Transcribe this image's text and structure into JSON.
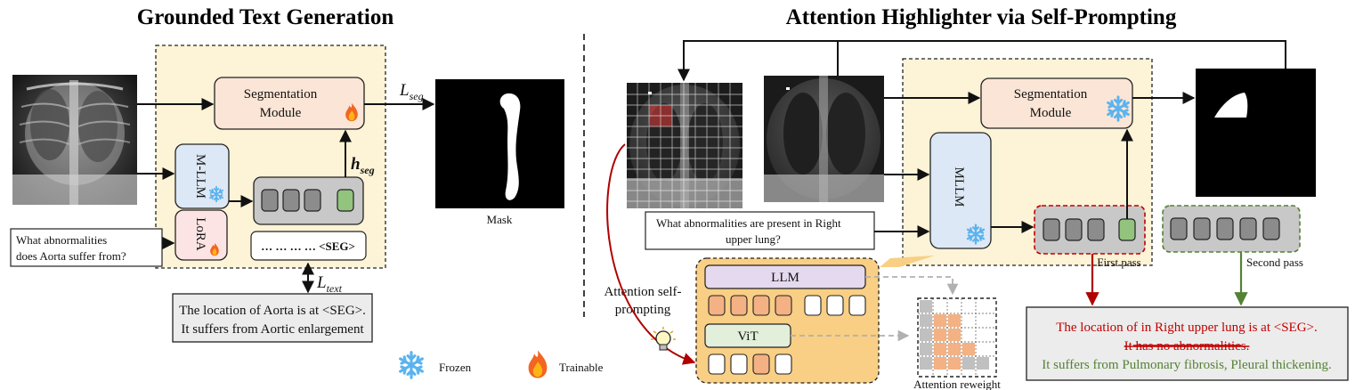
{
  "left_panel": {
    "title": "Grounded Text Generation",
    "segmentation_module": {
      "line1": "Segmentation",
      "line2": "Module"
    },
    "mllm_label": "M-LLM",
    "lora_label": "LoRA",
    "h_seg": "h",
    "h_seg_sub": "seg",
    "l_seg": "L",
    "l_seg_sub": "seg",
    "l_text": "L",
    "l_text_sub": "text",
    "question": {
      "line1": "What abnormalities",
      "line2": "does Aorta suffer from?"
    },
    "seg_tokens": "… … … … <SEG>",
    "mask_label": "Mask",
    "answer": {
      "line1": "The location of Aorta is at <SEG>.",
      "line2": "It suffers from Aortic enlargement"
    }
  },
  "legend": {
    "frozen": "Frozen",
    "trainable": "Trainable"
  },
  "right_panel": {
    "title": "Attention Highlighter via Self-Prompting",
    "segmentation_module": {
      "line1": "Segmentation",
      "line2": "Module"
    },
    "mllm_label": "MLLM",
    "question": {
      "line1": "What abnormalities are present in Right",
      "line2": "upper lung?"
    },
    "first_pass": "First pass",
    "second_pass": "Second pass",
    "attention_self_prompting": {
      "line1": "Attention self-",
      "line2": "prompting"
    },
    "llm_label": "LLM",
    "vit_label": "ViT",
    "attention_reweight": "Attention reweight",
    "answer": {
      "line1": "The location of in Right upper lung is at <SEG>.",
      "line2": "It has no abnormalities.",
      "line3": "It suffers from Pulmonary fibrosis, Pleural thickening."
    }
  },
  "colors": {
    "yellow_region": "#fdf3d6",
    "seg_module": "#fbe5d6",
    "mllm_blue": "#dde8f6",
    "lora_pink": "#fce4e4",
    "token_gray": "#8c8c8c",
    "token_green": "#93c47d",
    "token_orange": "#f4b183",
    "llm_purple": "#e4d9ee",
    "vit_green": "#e2efda",
    "attention_box": "#f8cf84",
    "answer_red": "#c00000",
    "answer_green": "#548235",
    "arrow_red": "#b00000",
    "arrow_green": "#548235"
  },
  "icons": {
    "frozen": "snowflake-icon",
    "trainable": "flame-icon",
    "idea": "lightbulb-icon"
  }
}
